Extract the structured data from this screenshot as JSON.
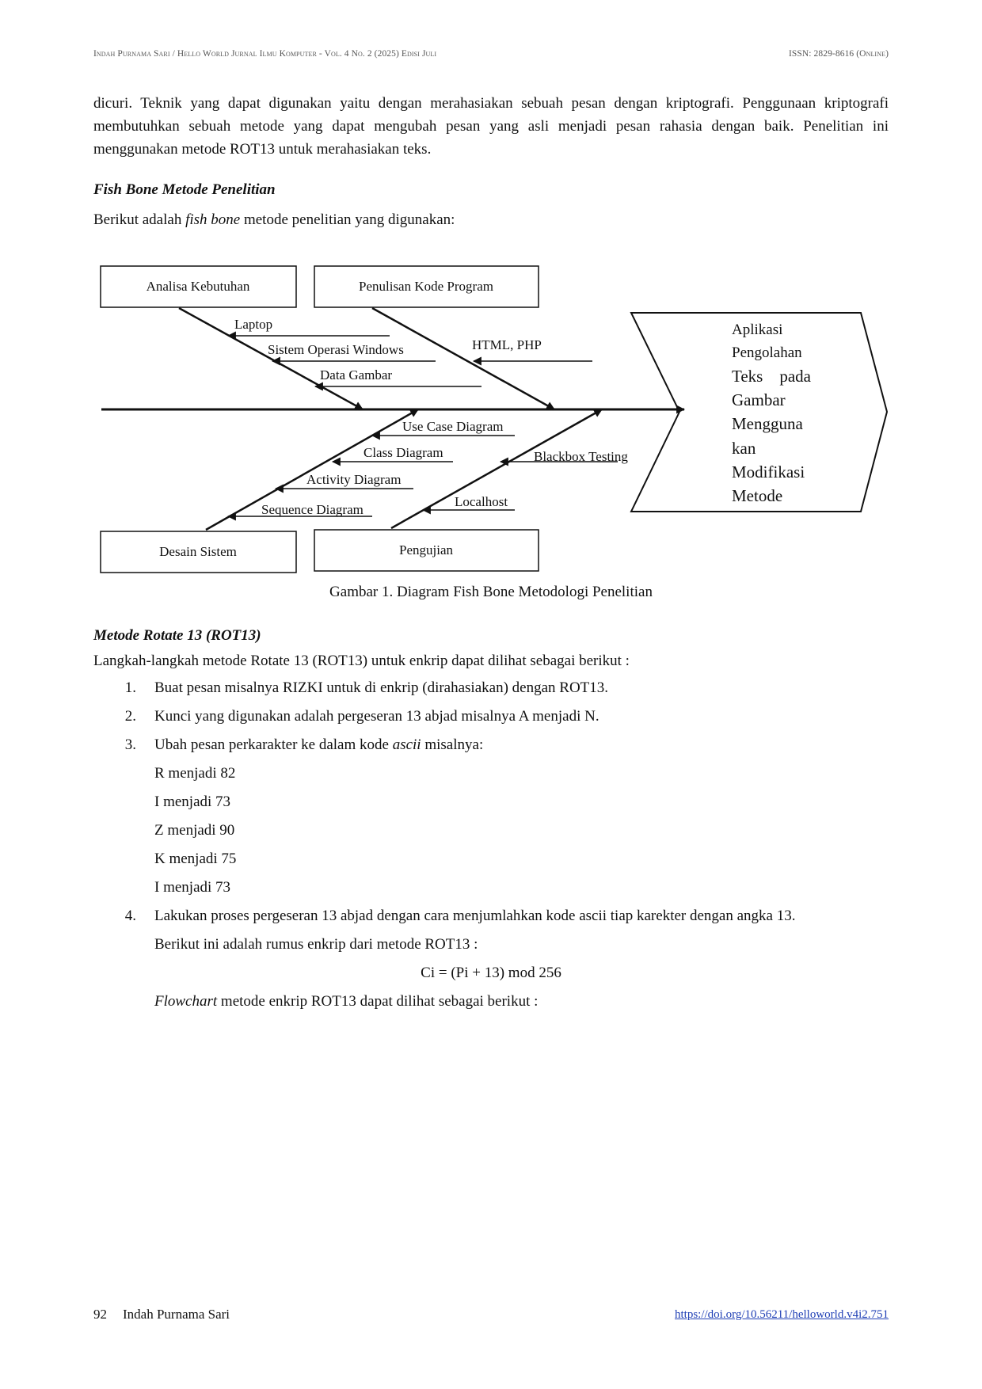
{
  "header": {
    "left": "Indah Purnama Sari / Hello World Jurnal Ilmu Komputer - Vol. 4 No. 2 (2025) Edisi Juli",
    "right": "ISSN: 2829-8616 (Online)"
  },
  "intro_lines": [
    "dicuri. Teknik yang dapat digunakan yaitu dengan merahasiakan sebuah pesan dengan kriptografi. Penggunaan kriptografi",
    "membutuhkan sebuah metode yang dapat mengubah pesan yang asli menjadi pesan rahasia dengan baik. Penelitian ini",
    "menggunakan metode ROT13 untuk merahasiakan teks."
  ],
  "section1": {
    "title": "Fish Bone Metode Penelitian",
    "lead_before": "Berikut adalah ",
    "lead_italic": "fish bone",
    "lead_after": " metode penelitian yang digunakan:"
  },
  "fishbone": {
    "boxes": {
      "analisa": "Analisa Kebutuhan",
      "penulisan": "Penulisan Kode Program",
      "desain": "Desain Sistem",
      "pengujian": "Pengujian"
    },
    "labels": {
      "laptop": "Laptop",
      "sistem_operasi": "Sistem Operasi Windows",
      "data_gambar": "Data Gambar",
      "html_php": "HTML, PHP",
      "use_case": "Use Case Diagram",
      "class_diagram": "Class Diagram",
      "activity": "Activity Diagram",
      "sequence": "Sequence Diagram",
      "blackbox": "Blackbox Testing",
      "localhost": "Localhost"
    },
    "head_lines": [
      "Aplikasi",
      "Pengolahan",
      "Teks    pada",
      "Gambar",
      "Mengguna",
      "kan",
      "Modifikasi",
      "Metode"
    ]
  },
  "figure_caption": "Gambar 1. Diagram Fish Bone Metodologi Penelitian",
  "section2": {
    "title": "Metode Rotate 13 (ROT13)",
    "lead": "Langkah-langkah metode Rotate 13 (ROT13) untuk enkrip dapat dilihat sebagai berikut :"
  },
  "steps": [
    {
      "num": "1.",
      "text": "Buat pesan misalnya RIZKI untuk di enkrip (dirahasiakan) dengan ROT13."
    },
    {
      "num": "2.",
      "text": "Kunci yang digunakan adalah pergeseran 13 abjad misalnya A menjadi N."
    },
    {
      "num": "3.",
      "text_before": "Ubah pesan perkarakter ke dalam kode ",
      "text_italic": "ascii",
      "text_after": " misalnya:"
    },
    {
      "num": "4.",
      "text": "Lakukan proses pergeseran 13 abjad dengan cara menjumlahkan kode ascii tiap karekter dengan angka 13."
    }
  ],
  "ascii_examples": [
    "R menjadi 82",
    "I menjadi 73",
    "Z menjadi 90",
    "K menjadi 75",
    "I menjadi 73"
  ],
  "formula_intro": "Berikut ini adalah rumus enkrip dari metode ROT13 :",
  "formula": "Ci = (Pi + 13) mod 256",
  "flowchart_italic": "Flowchart",
  "flowchart_rest": " metode enkrip ROT13 dapat dilihat sebagai berikut :",
  "footer": {
    "page_number": "92",
    "author": "Indah Purnama Sari",
    "doi": "https://doi.org/10.56211/helloworld.v4i2.751"
  }
}
